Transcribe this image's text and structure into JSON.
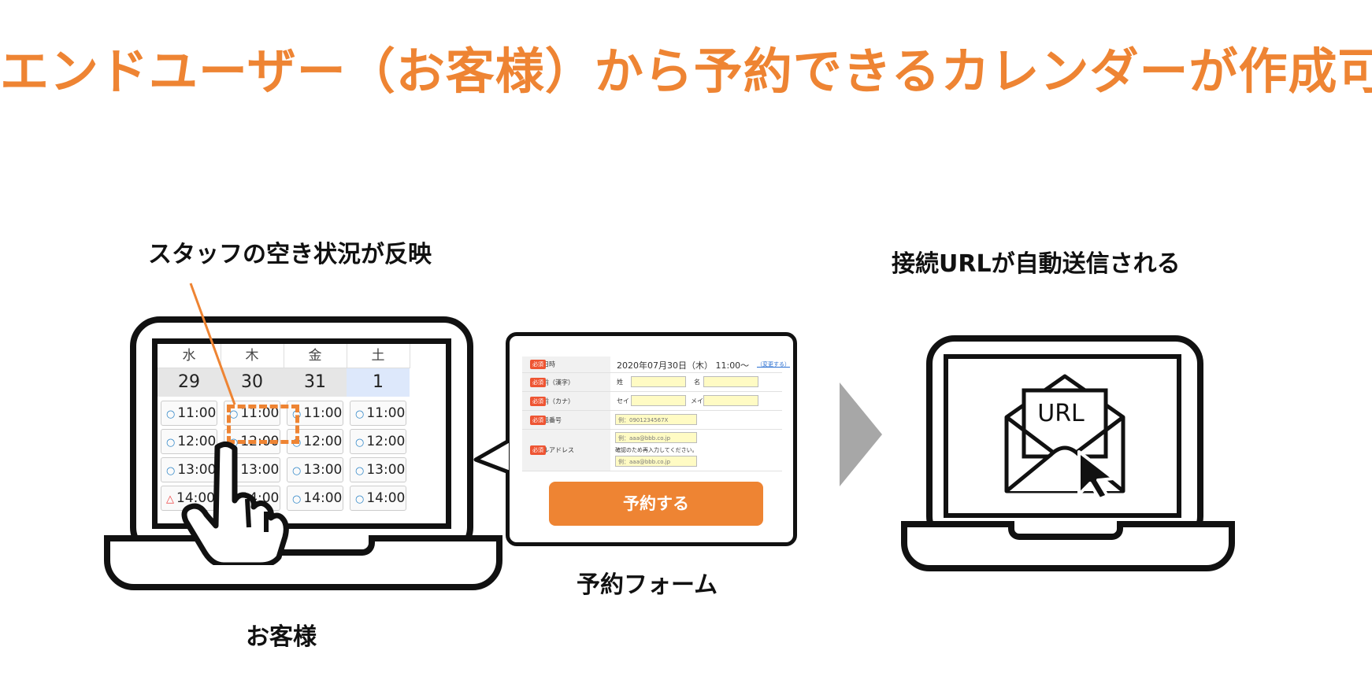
{
  "headline": "エンドユーザー（お客様）から予約できるカレンダーが作成可能",
  "captions": {
    "staff": "スタッフの空き状況が反映",
    "url": "接続URLが自動送信される",
    "form": "予約フォーム",
    "customer": "お客様"
  },
  "calendar": {
    "columns": [
      {
        "day": "水",
        "date": "29",
        "slots": [
          "11:00",
          "12:00",
          "13:00",
          "14:00"
        ]
      },
      {
        "day": "木",
        "date": "30",
        "slots": [
          "11:00",
          "12:00",
          "13:00",
          "14:00"
        ]
      },
      {
        "day": "金",
        "date": "31",
        "slots": [
          "11:00",
          "12:00",
          "13:00",
          "14:00"
        ]
      },
      {
        "day": "土",
        "date": "1",
        "slots": [
          "11:00",
          "12:00",
          "13:00",
          "14:00"
        ]
      }
    ],
    "available_mark": "○",
    "limited_mark": "△"
  },
  "form": {
    "datetime_label": "予約日時",
    "datetime_value": "2020年07月30日（木） 11:00～",
    "change_link": "（変更する）",
    "name_kanji_label": "お名前（漢字）",
    "sei_label": "姓",
    "mei_label": "名",
    "name_kana_label": "お名前（カナ）",
    "sei_kana_label": "セイ",
    "mei_kana_label": "メイ",
    "phone_label": "お電話番号",
    "phone_placeholder": "例：0901234567X",
    "email_label": "メールアドレス",
    "email_placeholder": "例：aaa@bbb.co.jp",
    "email_confirm_note": "確認のため再入力してください。",
    "required_badge": "必須",
    "submit_label": "予約する"
  },
  "envelope_label": "URL",
  "colors": {
    "accent": "#ee8433",
    "arrow": "#a7a7a7",
    "input_bg": "#fffbc4",
    "saturday_bg": "#dde8fb"
  },
  "icons": [
    "hand-pointer-icon",
    "envelope-icon",
    "cursor-arrow-icon",
    "next-arrow-icon"
  ]
}
